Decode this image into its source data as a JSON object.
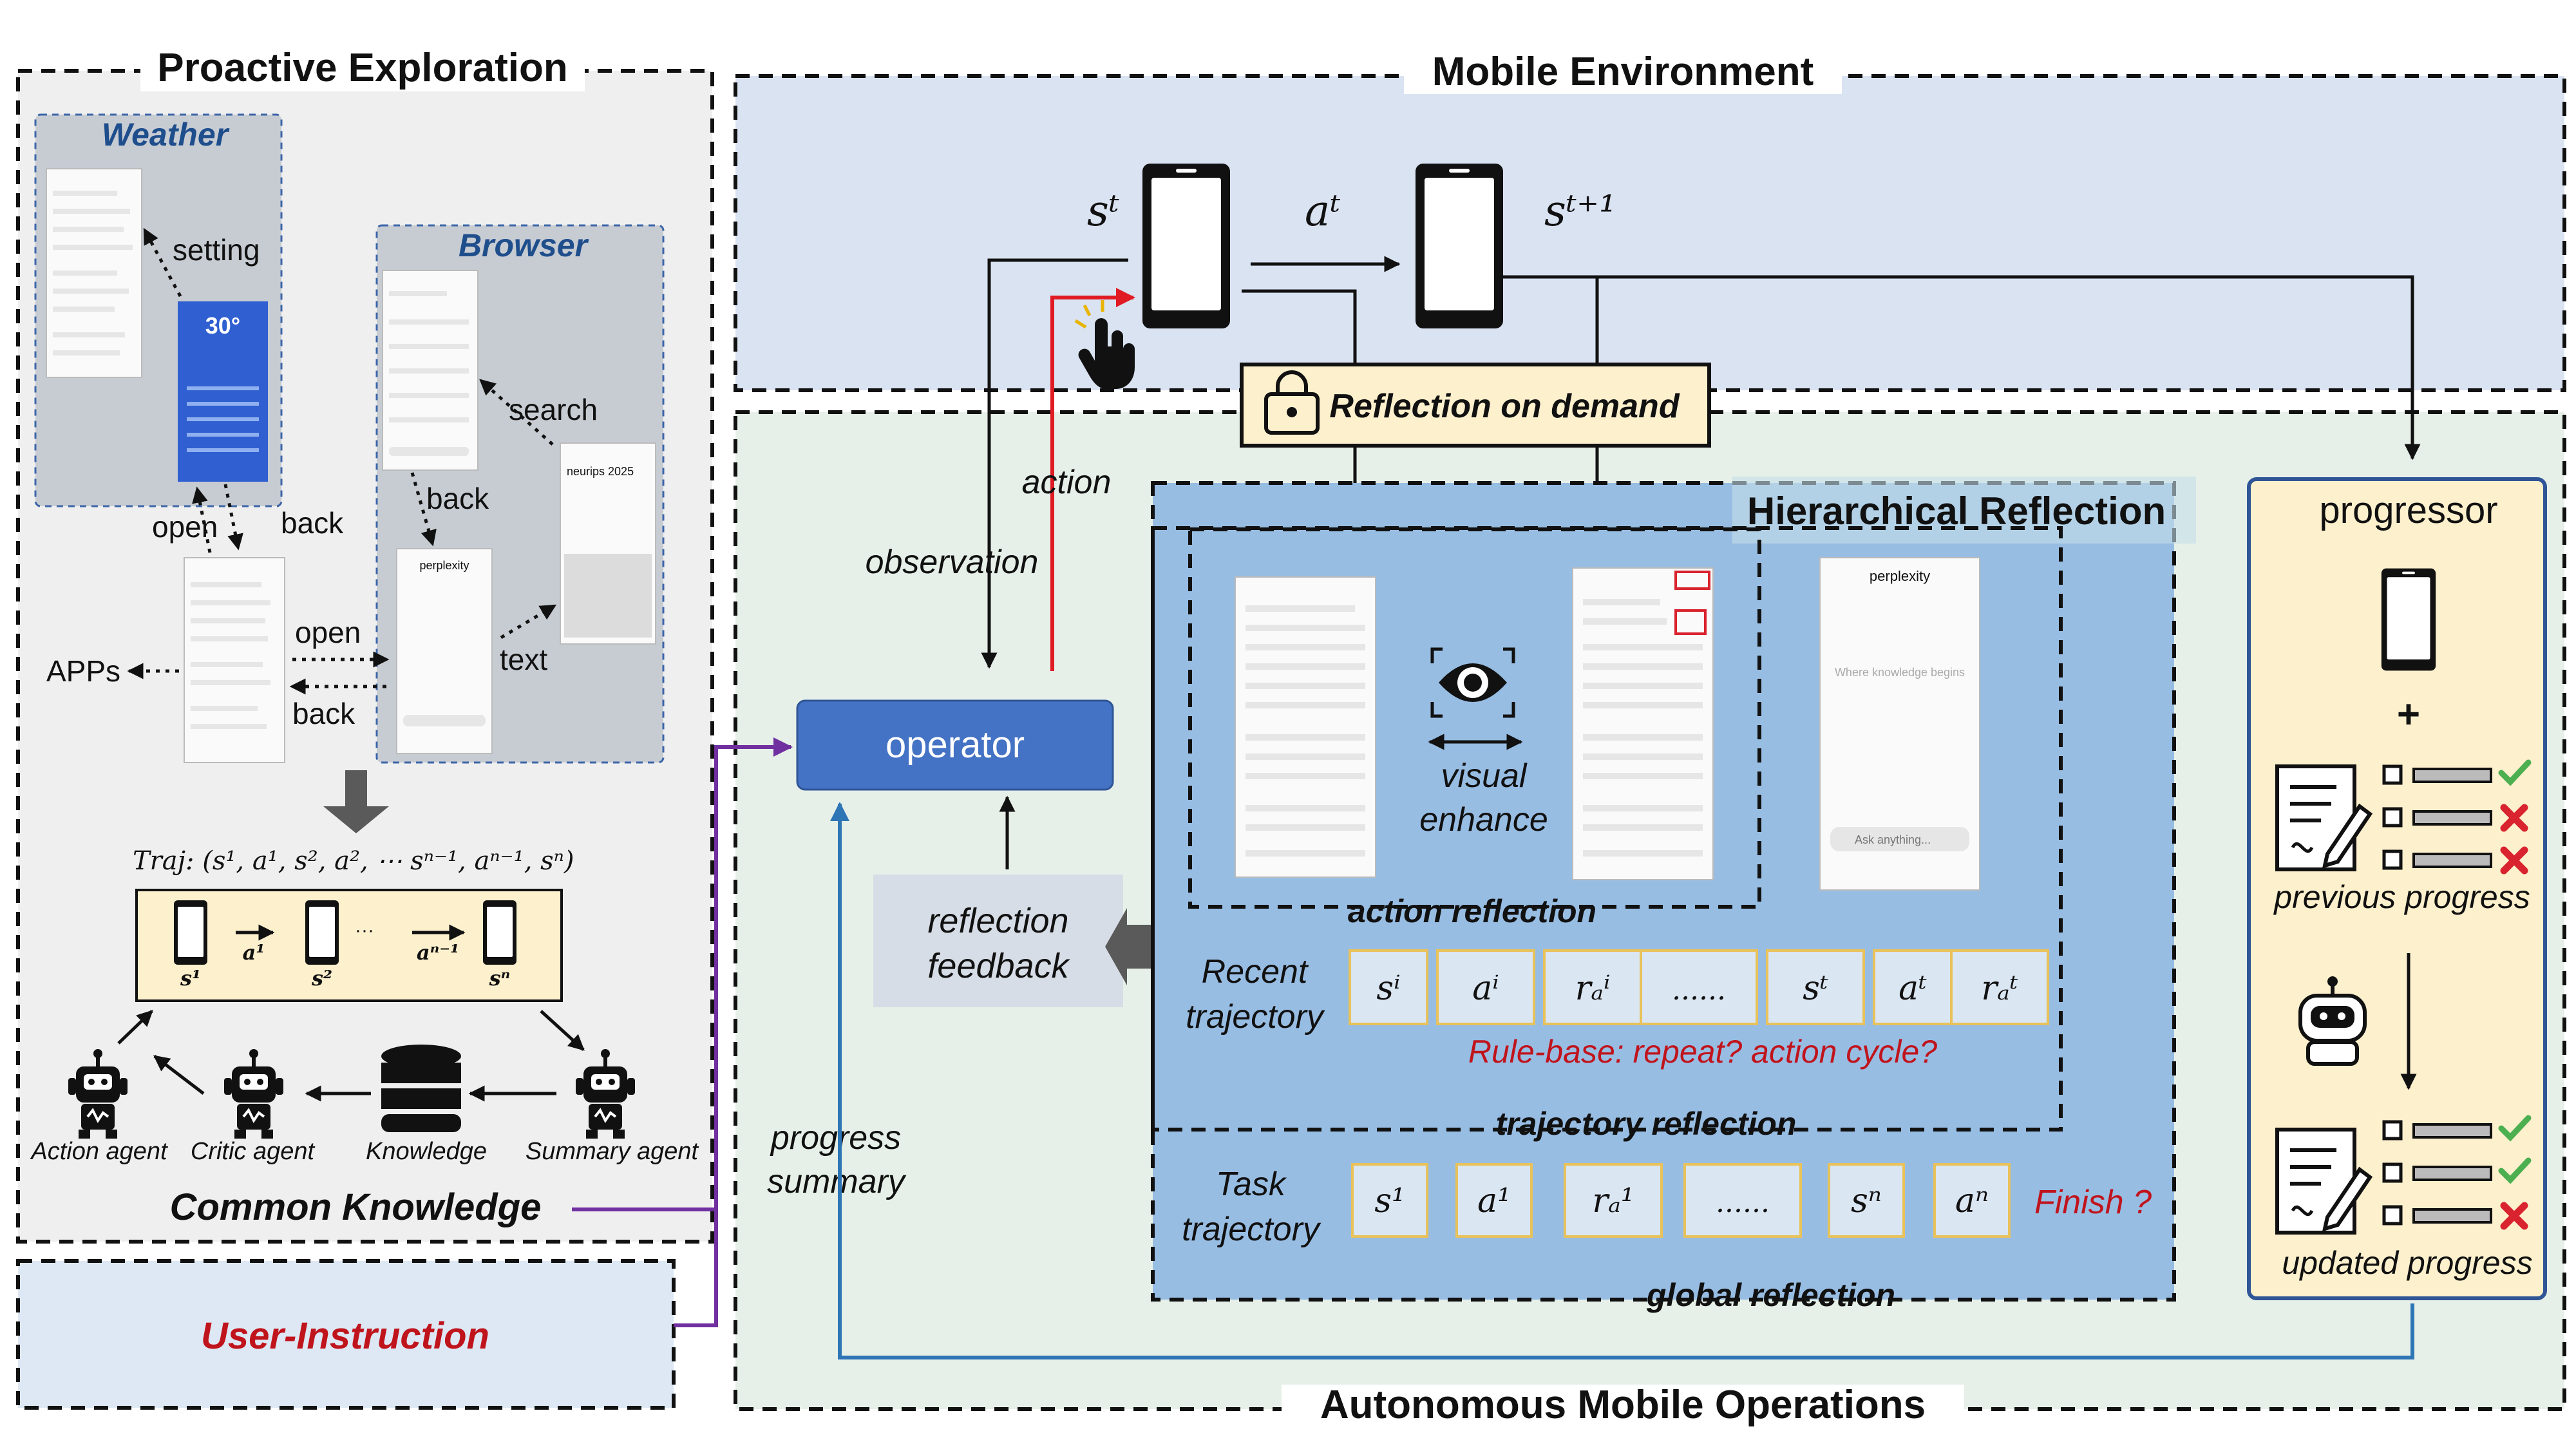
{
  "sections": {
    "proactive_exploration": "Proactive Exploration",
    "mobile_environment": "Mobile Environment",
    "autonomous_mobile_operations": "Autonomous Mobile Operations"
  },
  "exploration": {
    "weather": "Weather",
    "browser": "Browser",
    "setting": "setting",
    "search": "search",
    "back": "back",
    "open": "open",
    "text": "text",
    "apps": "APPs",
    "weather_temp": "30°",
    "search_query": "neurips 2025",
    "perplexity": "perplexity",
    "traj": "Traj: (s¹, a¹, s², a², ⋯ sⁿ⁻¹, aⁿ⁻¹, sⁿ)",
    "traj_s1": "s¹",
    "traj_a1": "a¹",
    "traj_s2": "s²",
    "traj_ellipsis": "···",
    "traj_an1": "aⁿ⁻¹",
    "traj_sn": "sⁿ",
    "agents": [
      "Action agent",
      "Critic agent",
      "Knowledge",
      "Summary agent"
    ],
    "common_knowledge": "Common Knowledge",
    "user_instruction": "User-Instruction"
  },
  "environment": {
    "state_t": "sᵗ",
    "action_t": "aᵗ",
    "state_t1": "sᵗ⁺¹",
    "reflection_on_demand": "Reflection on demand"
  },
  "operations": {
    "observation": "observation",
    "action": "action",
    "operator": "operator",
    "reflection_feedback_1": "reflection",
    "reflection_feedback_2": "feedback",
    "progress_summary_1": "progress",
    "progress_summary_2": "summary",
    "hierarchical_reflection": "Hierarchical Reflection",
    "visual_enhance_1": "visual",
    "visual_enhance_2": "enhance",
    "action_reflection": "action reflection",
    "trajectory_reflection": "trajectory reflection",
    "global_reflection": "global reflection",
    "recent_trajectory_1": "Recent",
    "recent_trajectory_2": "trajectory",
    "task_trajectory_1": "Task",
    "task_trajectory_2": "trajectory",
    "recent_cells": [
      "sⁱ",
      "aⁱ",
      "rₐⁱ",
      "......",
      "sᵗ",
      "aᵗ",
      "rₐᵗ"
    ],
    "task_cells": [
      "s¹",
      "a¹",
      "rₐ¹",
      "......",
      "sⁿ",
      "aⁿ"
    ],
    "rule_base": "Rule-base: repeat? action cycle?",
    "finish": "Finish ?",
    "perplexity": "perplexity",
    "perplexity_hint": "Where knowledge begins",
    "ask_anything": "Ask anything..."
  },
  "progressor": {
    "title": "progressor",
    "plus": "+",
    "previous_progress": "previous progress",
    "updated_progress": "updated progress"
  },
  "colors": {
    "env_bg": "#dae3f2",
    "ops_bg": "#e6f0e8",
    "left_bg": "#efefef",
    "hier_bg": "#98bde3",
    "operator": "#4472c4",
    "progressor_bg": "#fdf0cd",
    "red": "#c0141c",
    "purple": "#7030a0",
    "blue_line": "#2e75b6"
  }
}
